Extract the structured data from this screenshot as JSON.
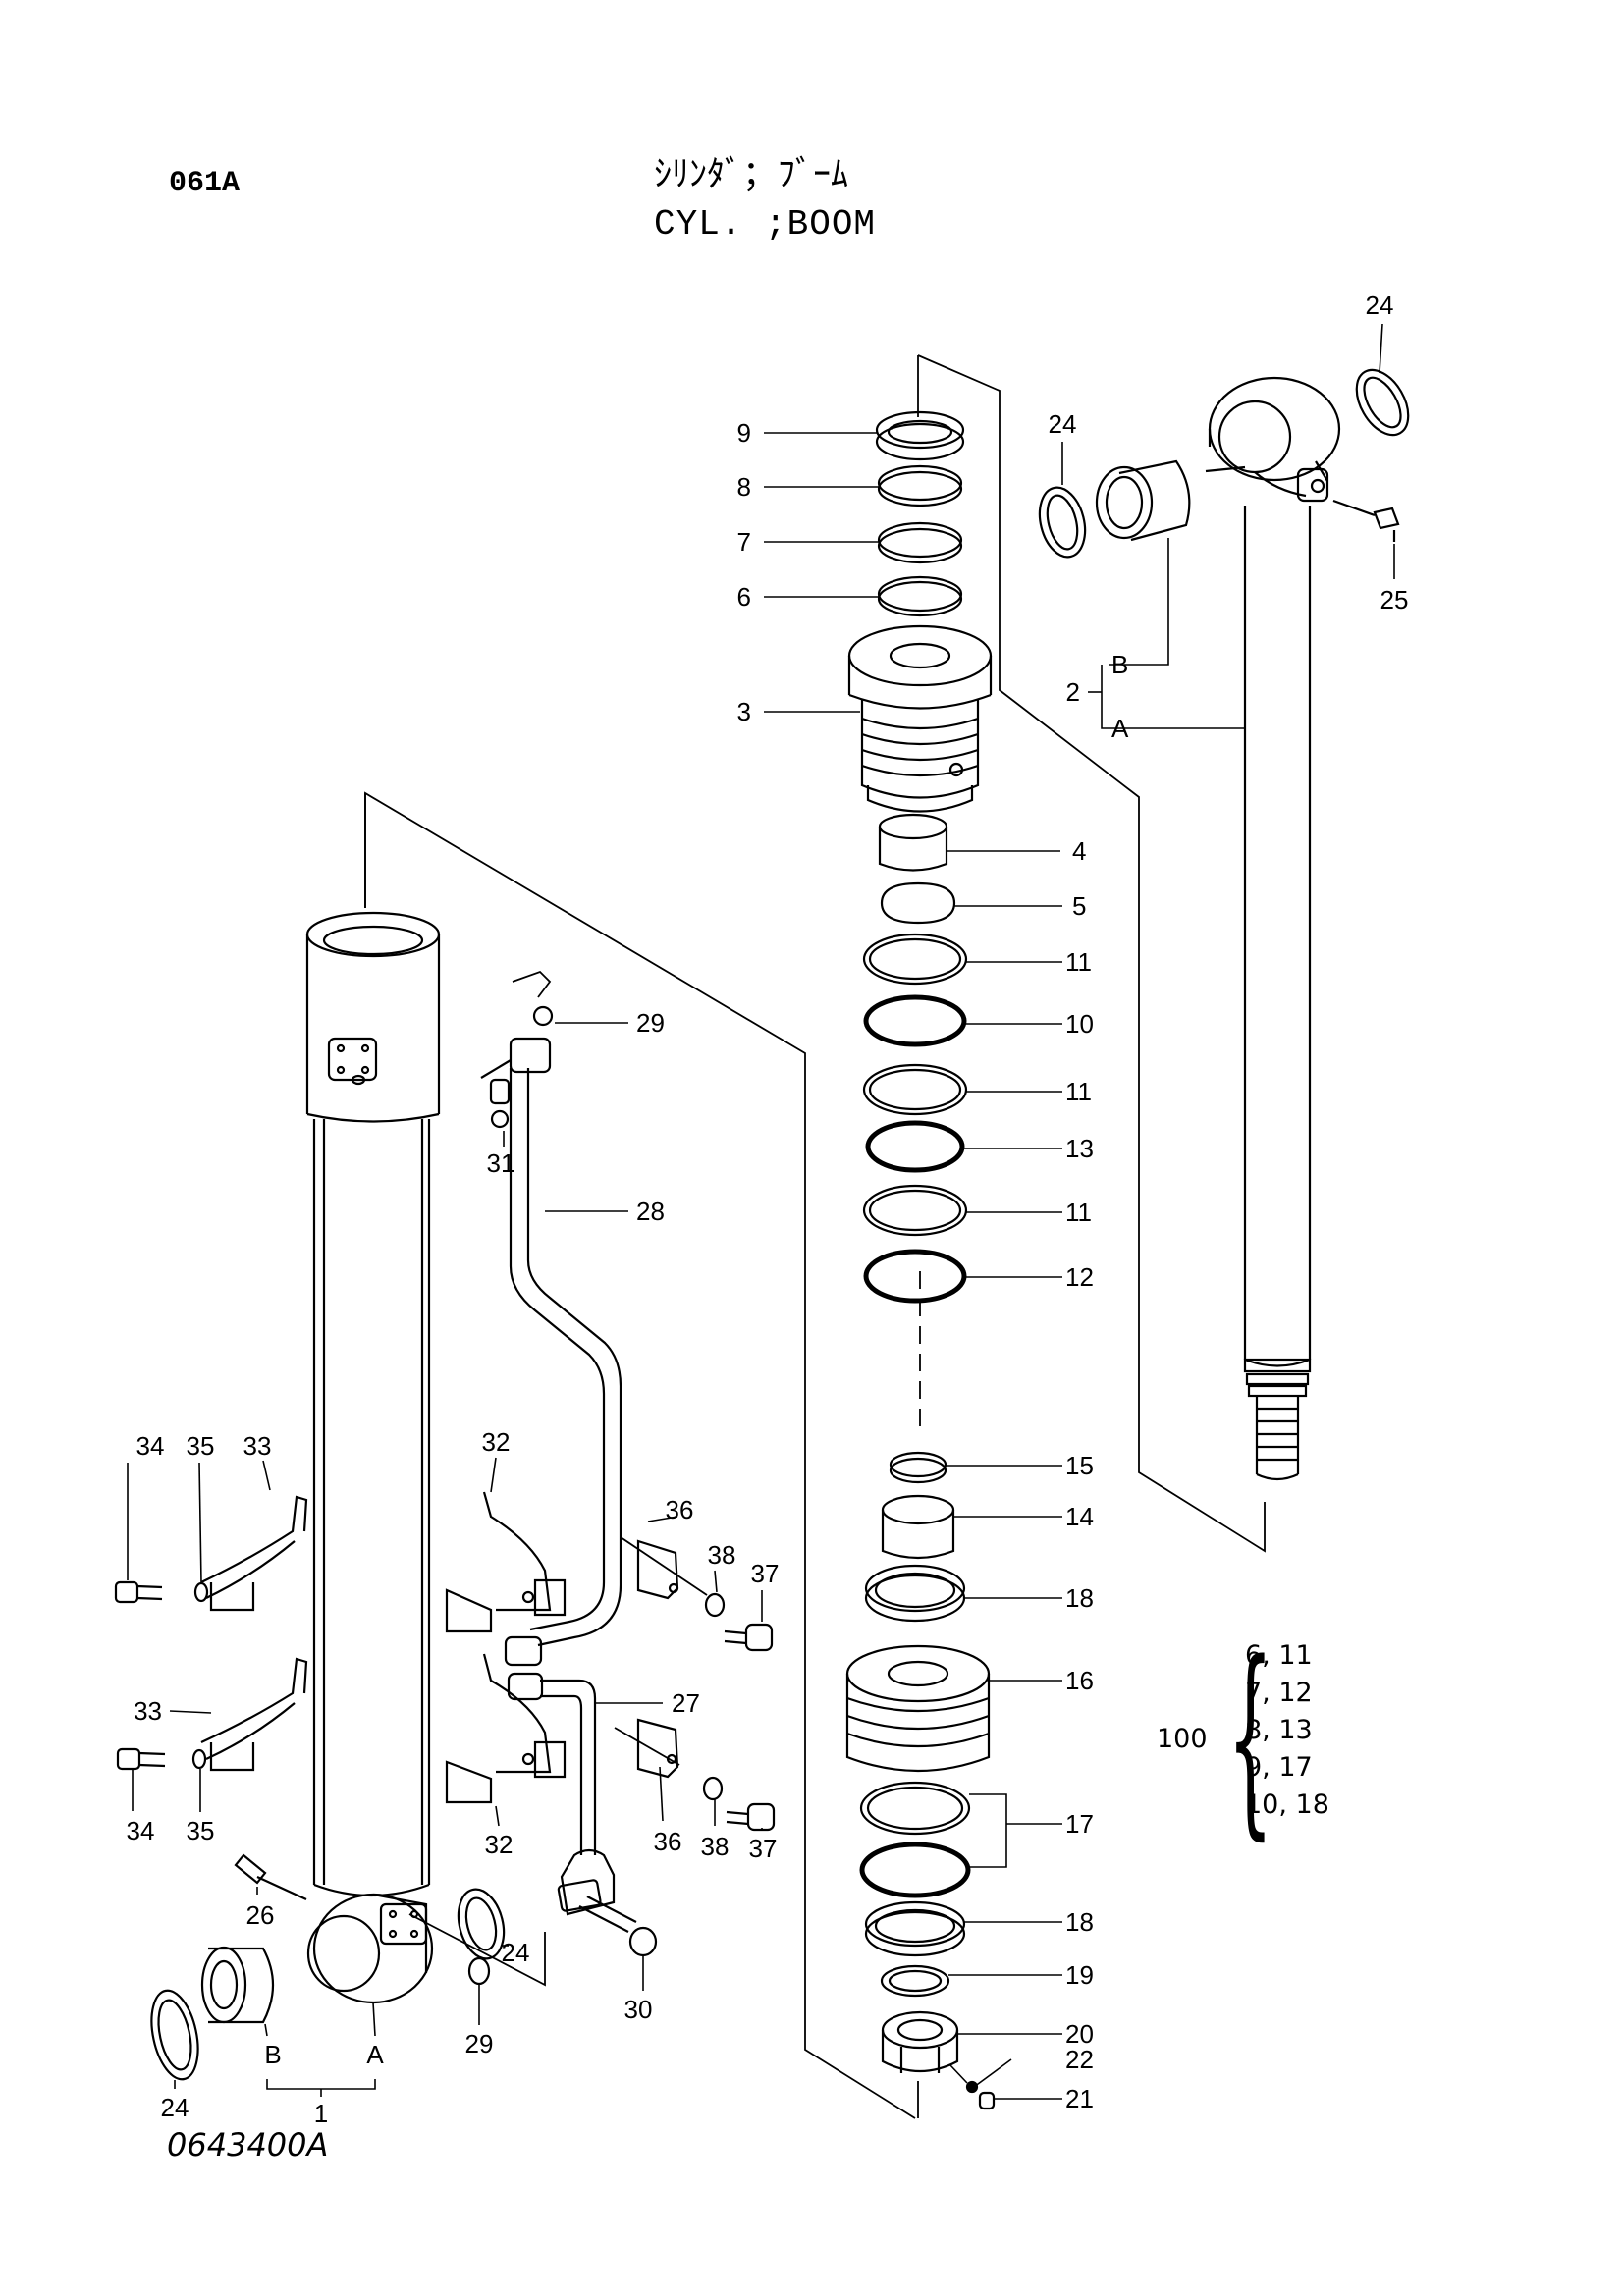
{
  "header": {
    "page_code": "061A",
    "title_jp": "ｼﾘﾝﾀﾞ；ﾌﾞｰﾑ",
    "title_en": "CYL. ;BOOM"
  },
  "drawing_number": "0643400A",
  "callouts": {
    "c1": "1",
    "c2": "2",
    "c2A": "A",
    "c2B": "B",
    "c3": "3",
    "c4": "4",
    "c5": "5",
    "c6": "6",
    "c7": "7",
    "c8": "8",
    "c9": "9",
    "c10": "10",
    "c11a": "11",
    "c11b": "11",
    "c11c": "11",
    "c12": "12",
    "c13": "13",
    "c14": "14",
    "c15": "15",
    "c16": "16",
    "c17": "17",
    "c18a": "18",
    "c18b": "18",
    "c19": "19",
    "c20": "20",
    "c21": "21",
    "c22": "22",
    "c24a": "24",
    "c24b": "24",
    "c24c": "24",
    "c24d": "24",
    "c25": "25",
    "c26": "26",
    "c27": "27",
    "c28": "28",
    "c29a": "29",
    "c29b": "29",
    "c30": "30",
    "c31": "31",
    "c32a": "32",
    "c32b": "32",
    "c33a": "33",
    "c33b": "33",
    "c34a": "34",
    "c34b": "34",
    "c35a": "35",
    "c35b": "35",
    "c36a": "36",
    "c36b": "36",
    "c37a": "37",
    "c37b": "37",
    "c38a": "38",
    "c38b": "38",
    "c1A": "A",
    "c1B": "B"
  },
  "kit": {
    "id": "100",
    "lines": [
      "6, 11",
      "7, 12",
      "8, 13",
      "9, 17",
      "10, 18"
    ]
  }
}
